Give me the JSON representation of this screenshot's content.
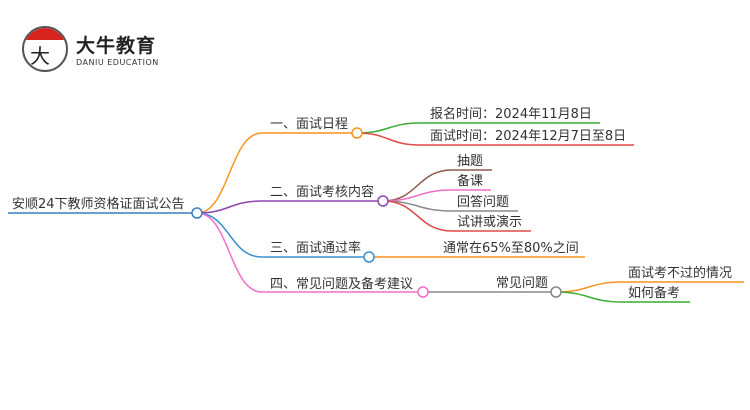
{
  "logo": {
    "mark": "大牛",
    "name": "大牛教育",
    "subtitle": "DANIU EDUCATION"
  },
  "root": "安顺24下教师资格证面试公告",
  "branches": [
    {
      "label": "一、面试日程",
      "color": "#f7931e",
      "children": [
        {
          "label": "报名时间：2024年11月8日",
          "color": "#3aaa35"
        },
        {
          "label": "面试时间：2024年12月7日至8日",
          "color": "#e04a4a"
        }
      ]
    },
    {
      "label": "二、面试考核内容",
      "color": "#8e44ad",
      "children": [
        {
          "label": "抽题",
          "color": "#8d5b4c"
        },
        {
          "label": "备课",
          "color": "#f06ec8"
        },
        {
          "label": "回答问题",
          "color": "#888888"
        },
        {
          "label": "试讲或演示",
          "color": "#e04a4a"
        }
      ]
    },
    {
      "label": "三、面试通过率",
      "color": "#3a8fd0",
      "children": [
        {
          "label": "通常在65%至80%之间",
          "color": "#f7931e"
        }
      ]
    },
    {
      "label": "四、常见问题及备考建议",
      "color": "#f06ec8",
      "children": [
        {
          "label": "常见问题",
          "color": "#888888",
          "children": [
            {
              "label": "面试考不过的情况",
              "color": "#f7931e"
            },
            {
              "label": "如何备考",
              "color": "#3aaa35"
            }
          ]
        }
      ]
    }
  ],
  "colors": {
    "root": "#3a7fc1"
  }
}
